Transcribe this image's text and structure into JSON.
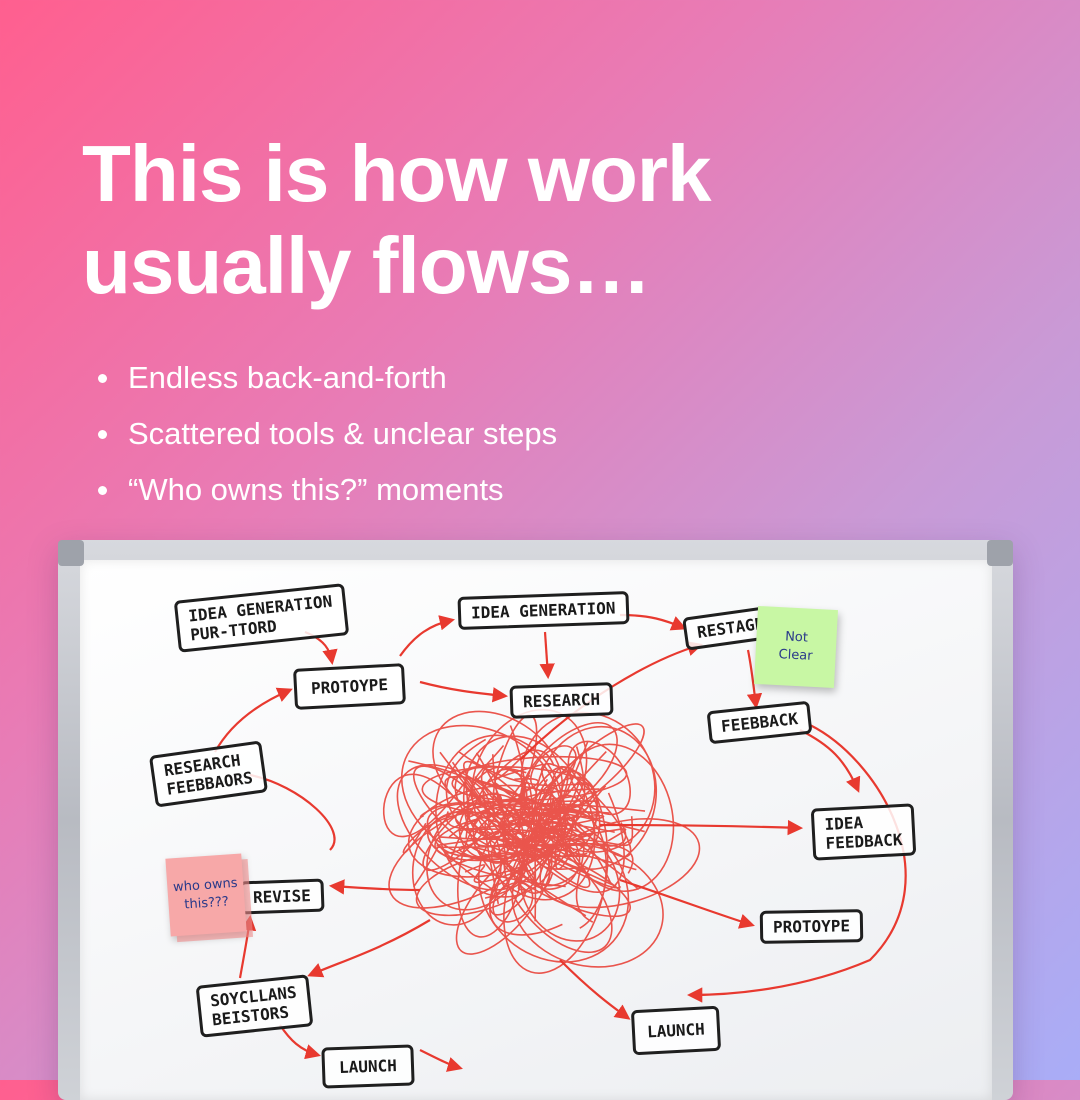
{
  "headline": {
    "line1": "This is how work",
    "line2": "usually flows…"
  },
  "bullets": [
    "Endless back-and-forth",
    "Scattered tools & unclear steps",
    "“Who owns this?” moments"
  ],
  "whiteboard": {
    "nodes": {
      "idea_gen_left": "IDEA GENERATION\nPUR-TTORD",
      "idea_gen_top": "IDEA GENERATION",
      "restage": "RESTAGE",
      "prototype_left": "PROTOYPE",
      "research_mid": "RESEARCH",
      "feedback_right": "FEEBBACK",
      "research_feedback": "RESEARCH\nFEEBBAORS",
      "idea_feedback": "IDEA\nFEEDBACK",
      "revise": "REVISE",
      "prototype_right": "PROTOYPE",
      "solutions": "SOYCLLANS\nBEISTORS",
      "launch_right": "LAUNCH",
      "launch_bottom": "LAUNCH"
    },
    "stickies": {
      "green": "Not\nClear",
      "pink": "who owns\nthis???"
    }
  },
  "colors": {
    "marker_red": "#e8392f",
    "marker_black": "#1f1f1f",
    "text_white": "#ffffff"
  }
}
